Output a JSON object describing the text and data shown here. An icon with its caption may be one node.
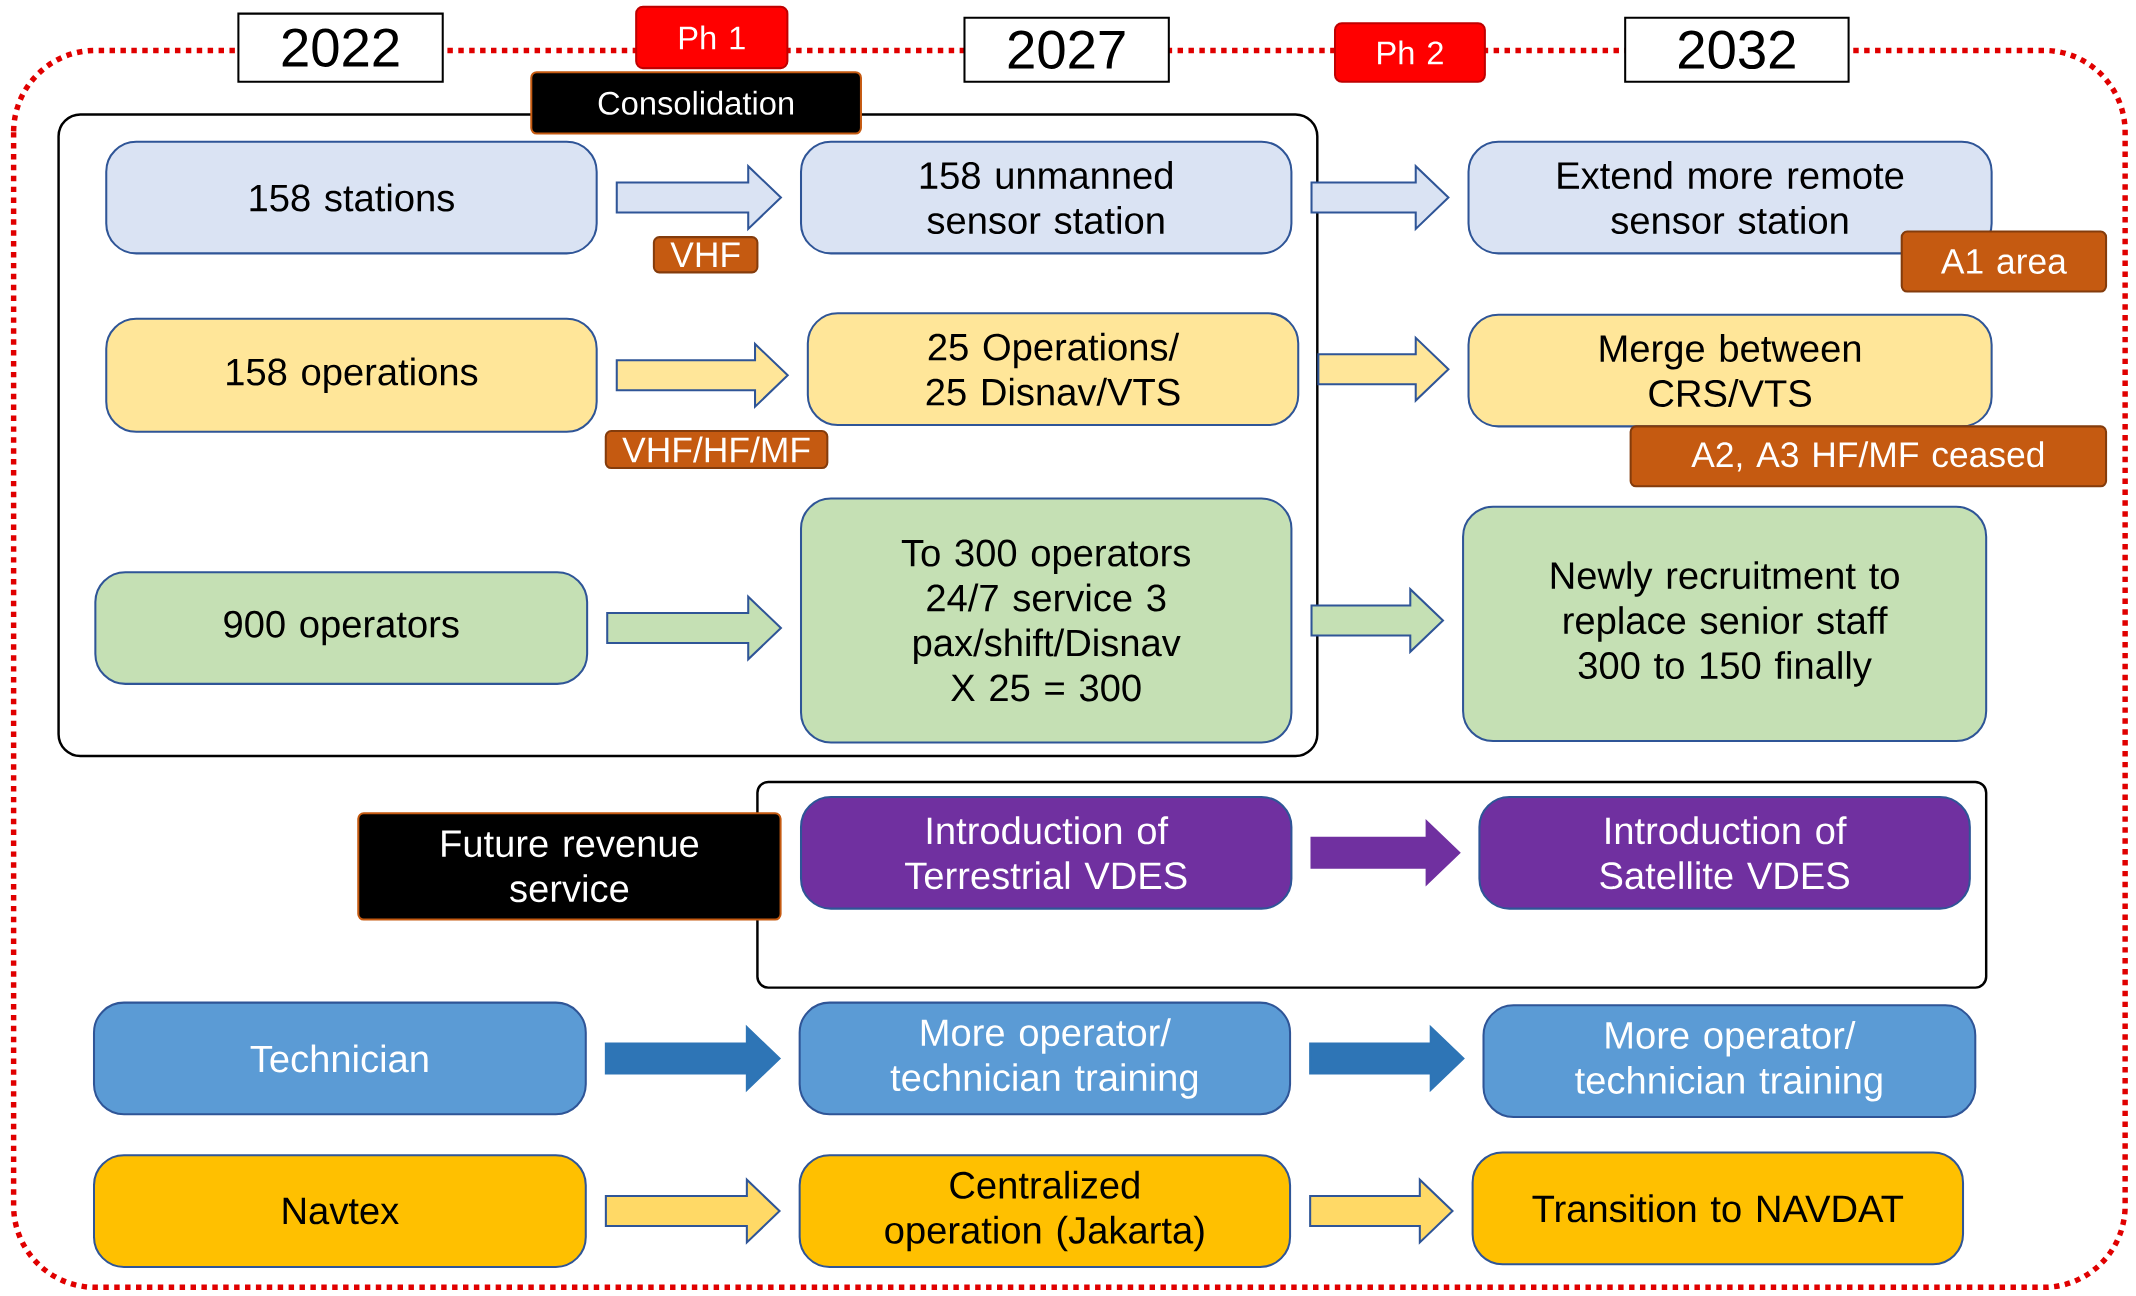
{
  "diagram": {
    "nodes": [
      {
        "text": [
          "2022"
        ]
      },
      {
        "text": [
          "Ph 1"
        ]
      },
      {
        "text": [
          "2027"
        ]
      },
      {
        "text": [
          "Ph 2"
        ]
      },
      {
        "text": [
          "2032"
        ]
      },
      {
        "text": [
          "Consolidation"
        ]
      },
      {
        "text": [
          "158 stations"
        ],
        "in": 5
      },
      {
        "text": [
          "158 unmanned sensor station"
        ],
        "in": 5
      },
      {
        "text": [
          "Extend more remote sensor station"
        ],
        "beside": [
          "A1 area"
        ]
      },
      {
        "text": [
          "158 operations"
        ],
        "in": 5
      },
      {
        "text": [
          "25 Operations/ 25 Disnav/VTS"
        ],
        "in": 5
      },
      {
        "text": [
          "Merge between CRS/VTS"
        ],
        "beside": [
          "A2, A3 HF/MF ceased"
        ]
      },
      {
        "text": [
          "900 operators"
        ],
        "in": 5
      },
      {
        "text": [
          "To 300 operators 24/7 service 3 pax/shift/Disnav X 25 = 300"
        ],
        "in": 5
      },
      {
        "text": [
          "Newly recruitment to replace senior staff 300 to 150 finally"
        ]
      },
      {
        "text": [
          "Future revenue service"
        ]
      },
      {
        "text": [
          "Introduction of Terrestrial VDES"
        ],
        "in": 15
      },
      {
        "text": [
          "Introduction of Satellite VDES"
        ],
        "in": 15
      },
      {
        "text": [
          "Technician"
        ]
      },
      {
        "text": [
          "More operator/ technician training"
        ]
      },
      {
        "text": [
          "More operator/ technician training"
        ]
      },
      {
        "text": [
          "Navtex"
        ]
      },
      {
        "text": [
          "Centralized operation (Jakarta)"
        ]
      },
      {
        "text": [
          "Transition to NAVDAT"
        ]
      }
    ],
    "edges": [
      {
        "from": 6,
        "to": 7,
        "arrow": "to",
        "label": "VHF",
        "color": "#dae3f3"
      },
      {
        "from": 7,
        "to": 8,
        "arrow": "to",
        "color": "#dae3f3"
      },
      {
        "from": 9,
        "to": 10,
        "arrow": "to",
        "label": "VHF/HF/MF",
        "color": "#ffe699"
      },
      {
        "from": 10,
        "to": 11,
        "arrow": "to",
        "color": "#ffe699"
      },
      {
        "from": 12,
        "to": 13,
        "arrow": "to",
        "color": "#c5e0b4"
      },
      {
        "from": 13,
        "to": 14,
        "arrow": "to",
        "color": "#c5e0b4"
      },
      {
        "from": 16,
        "to": 17,
        "arrow": "to",
        "color": "#7030a0"
      },
      {
        "from": 18,
        "to": 19,
        "arrow": "to",
        "color": "#2e75b6"
      },
      {
        "from": 19,
        "to": 20,
        "arrow": "to",
        "color": "#2e75b6"
      },
      {
        "from": 21,
        "to": 22,
        "arrow": "to",
        "color": "#ffd966"
      },
      {
        "from": 22,
        "to": 23,
        "arrow": "to",
        "color": "#ffd966"
      }
    ]
  }
}
